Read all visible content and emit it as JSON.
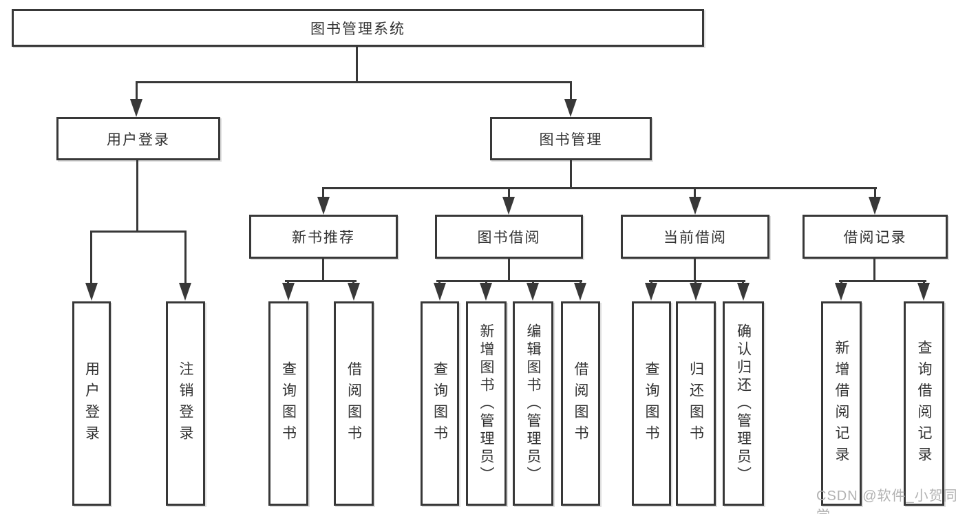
{
  "tree": {
    "root": "图书管理系统",
    "branches": [
      {
        "label": "用户登录",
        "children": [
          "用户登录",
          "注销登录"
        ]
      },
      {
        "label": "图书管理",
        "children": [
          {
            "label": "新书推荐",
            "children": [
              "查询图书",
              "借阅图书"
            ]
          },
          {
            "label": "图书借阅",
            "children": [
              "查询图书",
              "新增图书（管理员）",
              "编辑图书（管理员）",
              "借阅图书"
            ]
          },
          {
            "label": "当前借阅",
            "children": [
              "查询图书",
              "归还图书",
              "确认归还（管理员）"
            ]
          },
          {
            "label": "借阅记录",
            "children": [
              "新增借阅记录",
              "查询借阅记录"
            ]
          }
        ]
      }
    ]
  },
  "watermark": {
    "text": "CSDN @软件_小贺同学"
  },
  "colors": {
    "line": "#383838",
    "text": "#323232",
    "box_fill": "#ffffff",
    "watermark": "#b2b2b2",
    "background": "#ffffff"
  }
}
